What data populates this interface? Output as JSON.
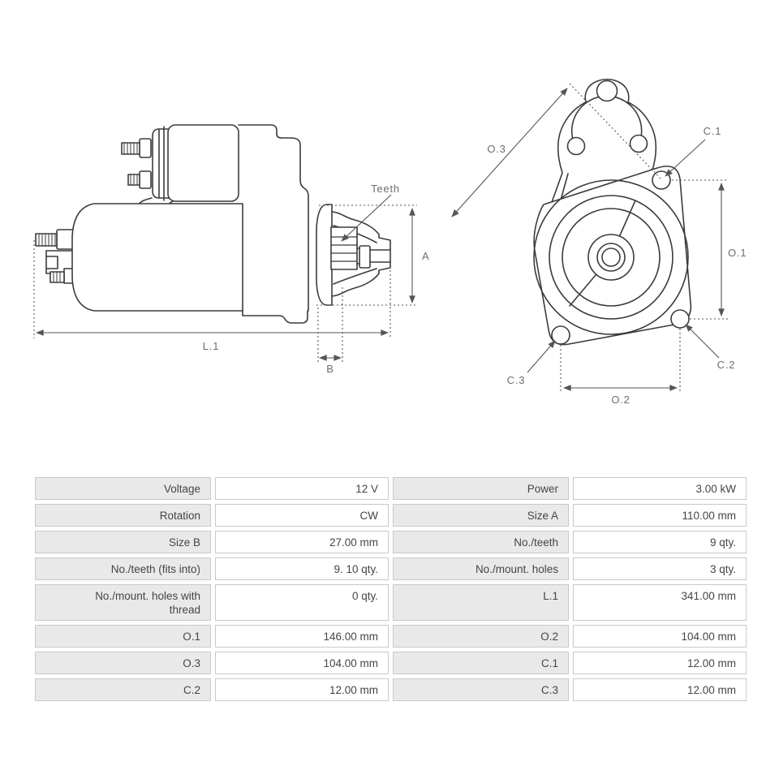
{
  "diagram": {
    "colors": {
      "outline": "#3b3b3b",
      "dimension": "#555555",
      "label_text": "#6e6e6e"
    },
    "side_view": {
      "labels": {
        "teeth": "Teeth",
        "a": "A",
        "l1": "L.1",
        "b": "B"
      }
    },
    "front_view": {
      "labels": {
        "o3": "O.3",
        "c1": "C.1",
        "o1": "O.1",
        "c2": "C.2",
        "c3": "C.3",
        "o2": "O.2"
      }
    }
  },
  "specs_table": {
    "colors": {
      "label_bg": "#e9e9e9",
      "value_bg": "#ffffff",
      "border": "#c9c9c9",
      "text": "#454545"
    },
    "rows": [
      {
        "left_label": "Voltage",
        "left_value": "12 V",
        "right_label": "Power",
        "right_value": "3.00 kW"
      },
      {
        "left_label": "Rotation",
        "left_value": "CW",
        "right_label": "Size A",
        "right_value": "110.00 mm"
      },
      {
        "left_label": "Size B",
        "left_value": "27.00 mm",
        "right_label": "No./teeth",
        "right_value": "9 qty."
      },
      {
        "left_label": "No./teeth (fits into)",
        "left_value": "9. 10 qty.",
        "right_label": "No./mount. holes",
        "right_value": "3 qty."
      },
      {
        "left_label": "No./mount. holes with thread",
        "left_value": "0 qty.",
        "right_label": "L.1",
        "right_value": "341.00 mm"
      },
      {
        "left_label": "O.1",
        "left_value": "146.00 mm",
        "right_label": "O.2",
        "right_value": "104.00 mm"
      },
      {
        "left_label": "O.3",
        "left_value": "104.00 mm",
        "right_label": "C.1",
        "right_value": "12.00 mm"
      },
      {
        "left_label": "C.2",
        "left_value": "12.00 mm",
        "right_label": "C.3",
        "right_value": "12.00 mm"
      }
    ]
  }
}
